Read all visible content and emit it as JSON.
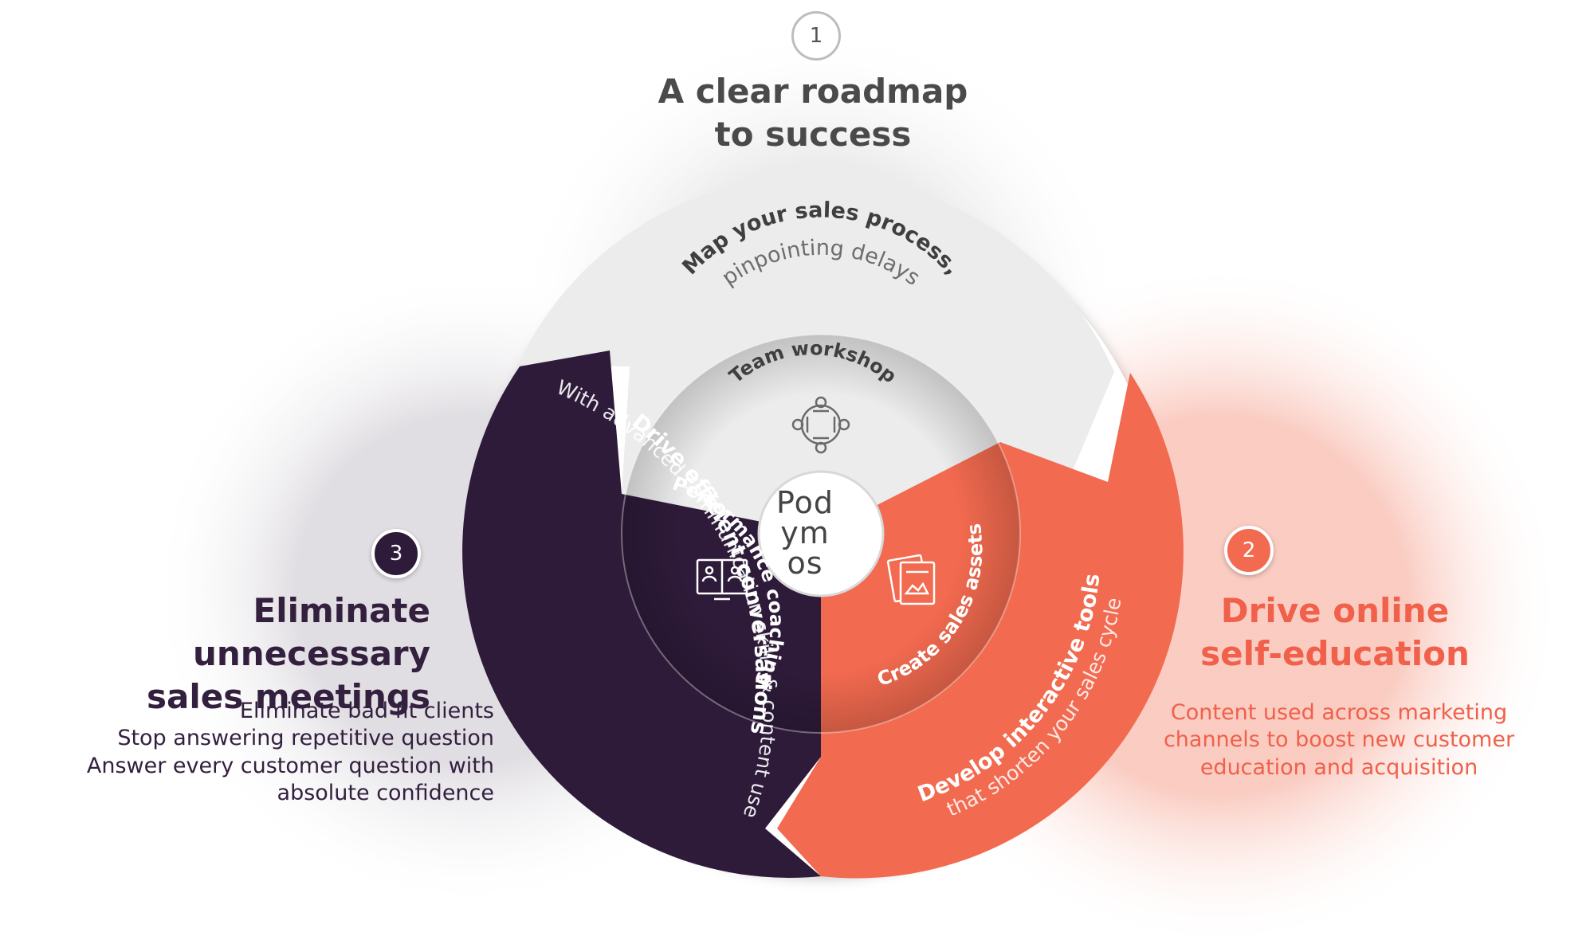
{
  "steps": [
    {
      "number": "1",
      "heading_line1": "A clear roadmap",
      "heading_line2": "to success"
    },
    {
      "number": "2",
      "heading_line1": "Drive online",
      "heading_line2": "self-education",
      "bullets": [
        "Content used across marketing",
        "channels to boost new customer",
        "education and acquisition"
      ]
    },
    {
      "number": "3",
      "heading_line1": "Eliminate unnecessary",
      "heading_line2": "sales meetings",
      "bullets": [
        "Eliminate bad fit clients",
        "Stop answering repetitive question",
        "Answer every customer question with",
        "absolute confidence"
      ]
    }
  ],
  "wheel": {
    "segment_top": {
      "bold": "Map your sales process,",
      "light": "pinpointing delays",
      "inner": "Team workshop",
      "icon": "team-workshop-icon"
    },
    "segment_right": {
      "bold": "Develop interactive tools",
      "light": "that shorten your sales cycle",
      "inner": "Create sales assets",
      "icon": "sales-assets-icon"
    },
    "segment_left": {
      "bold": "Drive efficient conversations",
      "light": "With advanced communication skills & content use",
      "inner": "Performance coaching",
      "icon": "video-coaching-icon"
    },
    "logo": {
      "line1": "Pod",
      "line2": "ym",
      "line3": "os"
    }
  },
  "colors": {
    "grey": "#e6e6e6",
    "orange": "#f26a4f",
    "purple": "#2e1b3a"
  }
}
